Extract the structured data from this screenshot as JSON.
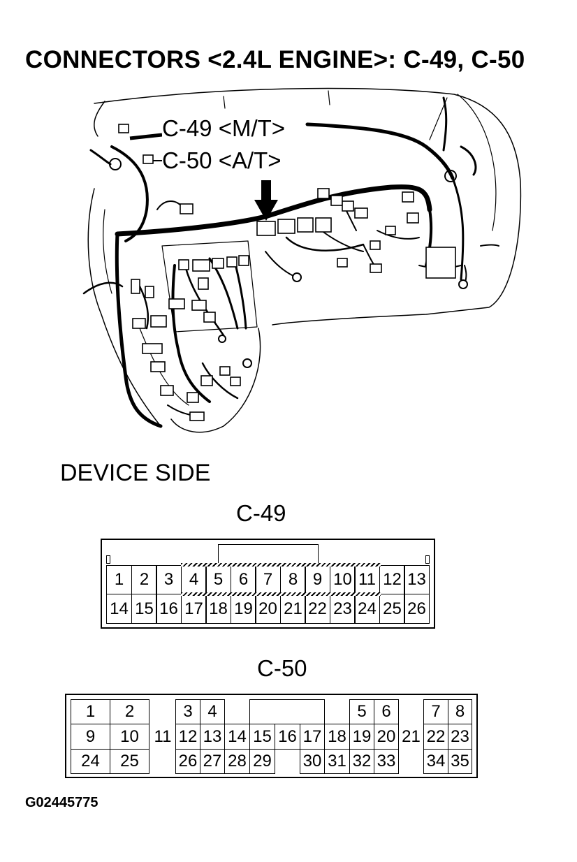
{
  "title": "CONNECTORS <2.4L ENGINE>: C-49, C-50",
  "callouts": {
    "c49": "C-49 <M/T>",
    "c50": "C-50 <A/T>"
  },
  "device_side": "DEVICE SIDE",
  "connectors": {
    "c49": {
      "name": "C-49",
      "row1": [
        "1",
        "2",
        "3",
        "4",
        "5",
        "6",
        "7",
        "8",
        "9",
        "10",
        "11",
        "12",
        "13"
      ],
      "row2": [
        "14",
        "15",
        "16",
        "17",
        "18",
        "19",
        "20",
        "21",
        "22",
        "23",
        "24",
        "25",
        "26"
      ]
    },
    "c50": {
      "name": "C-50",
      "pins": [
        "1",
        "2",
        "3",
        "4",
        "5",
        "6",
        "7",
        "8",
        "9",
        "10",
        "11",
        "12",
        "13",
        "14",
        "15",
        "16",
        "17",
        "18",
        "19",
        "20",
        "21",
        "22",
        "23",
        "24",
        "25",
        "26",
        "27",
        "28",
        "29",
        "30",
        "31",
        "32",
        "33",
        "34",
        "35"
      ]
    }
  },
  "figure_id": "G02445775"
}
